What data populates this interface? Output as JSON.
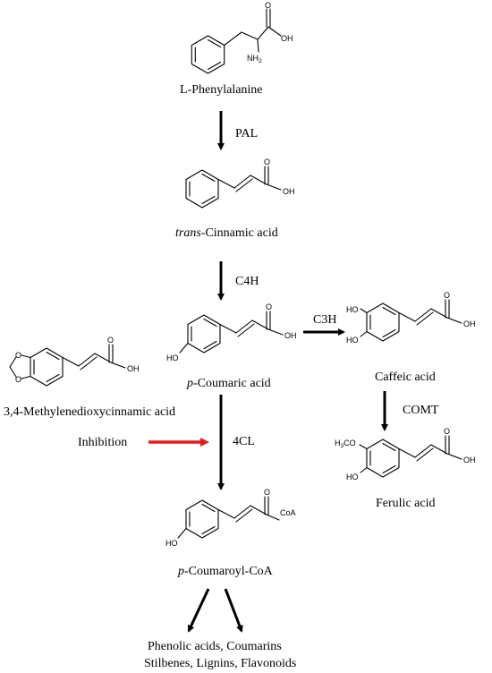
{
  "compounds": {
    "phenylalanine": {
      "name": "L-Phenylalanine",
      "oh": "OH",
      "o": "O",
      "nh2_n": "NH",
      "nh2_sub": "2"
    },
    "cinnamic": {
      "name_italic": "trans",
      "name_rest": "-Cinnamic acid",
      "oh": "OH",
      "o": "O"
    },
    "coumaric": {
      "name_italic": "p",
      "name_rest": "-Coumaric acid",
      "ho": "HO",
      "oh": "OH",
      "o": "O"
    },
    "caffeic": {
      "name": "Caffeic acid",
      "ho1": "HO",
      "ho2": "HO",
      "oh": "OH",
      "o": "O"
    },
    "ferulic": {
      "name": "Ferulic acid",
      "h3co_h": "H",
      "h3co_sub": "3",
      "h3co_rest": "CO",
      "ho": "HO",
      "oh": "OH",
      "o": "O"
    },
    "mdc": {
      "name": "3,4-Methylenedioxycinnamic acid",
      "o1": "O",
      "o2": "O",
      "oh": "OH",
      "o": "O"
    },
    "coumaroyl_coa": {
      "name_italic": "p",
      "name_rest": "-Coumaroyl-CoA",
      "ho": "HO",
      "coa": "CoA",
      "o": "O"
    }
  },
  "enzymes": {
    "pal": "PAL",
    "c4h": "C4H",
    "c3h": "C3H",
    "comt": "COMT",
    "fourcl": "4CL"
  },
  "inhibition": {
    "label": "Inhibition",
    "color": "#e41a1c"
  },
  "products": {
    "line1": "Phenolic acids, Coumarins",
    "line2": "Stilbenes, Lignins, Flavonoids"
  }
}
